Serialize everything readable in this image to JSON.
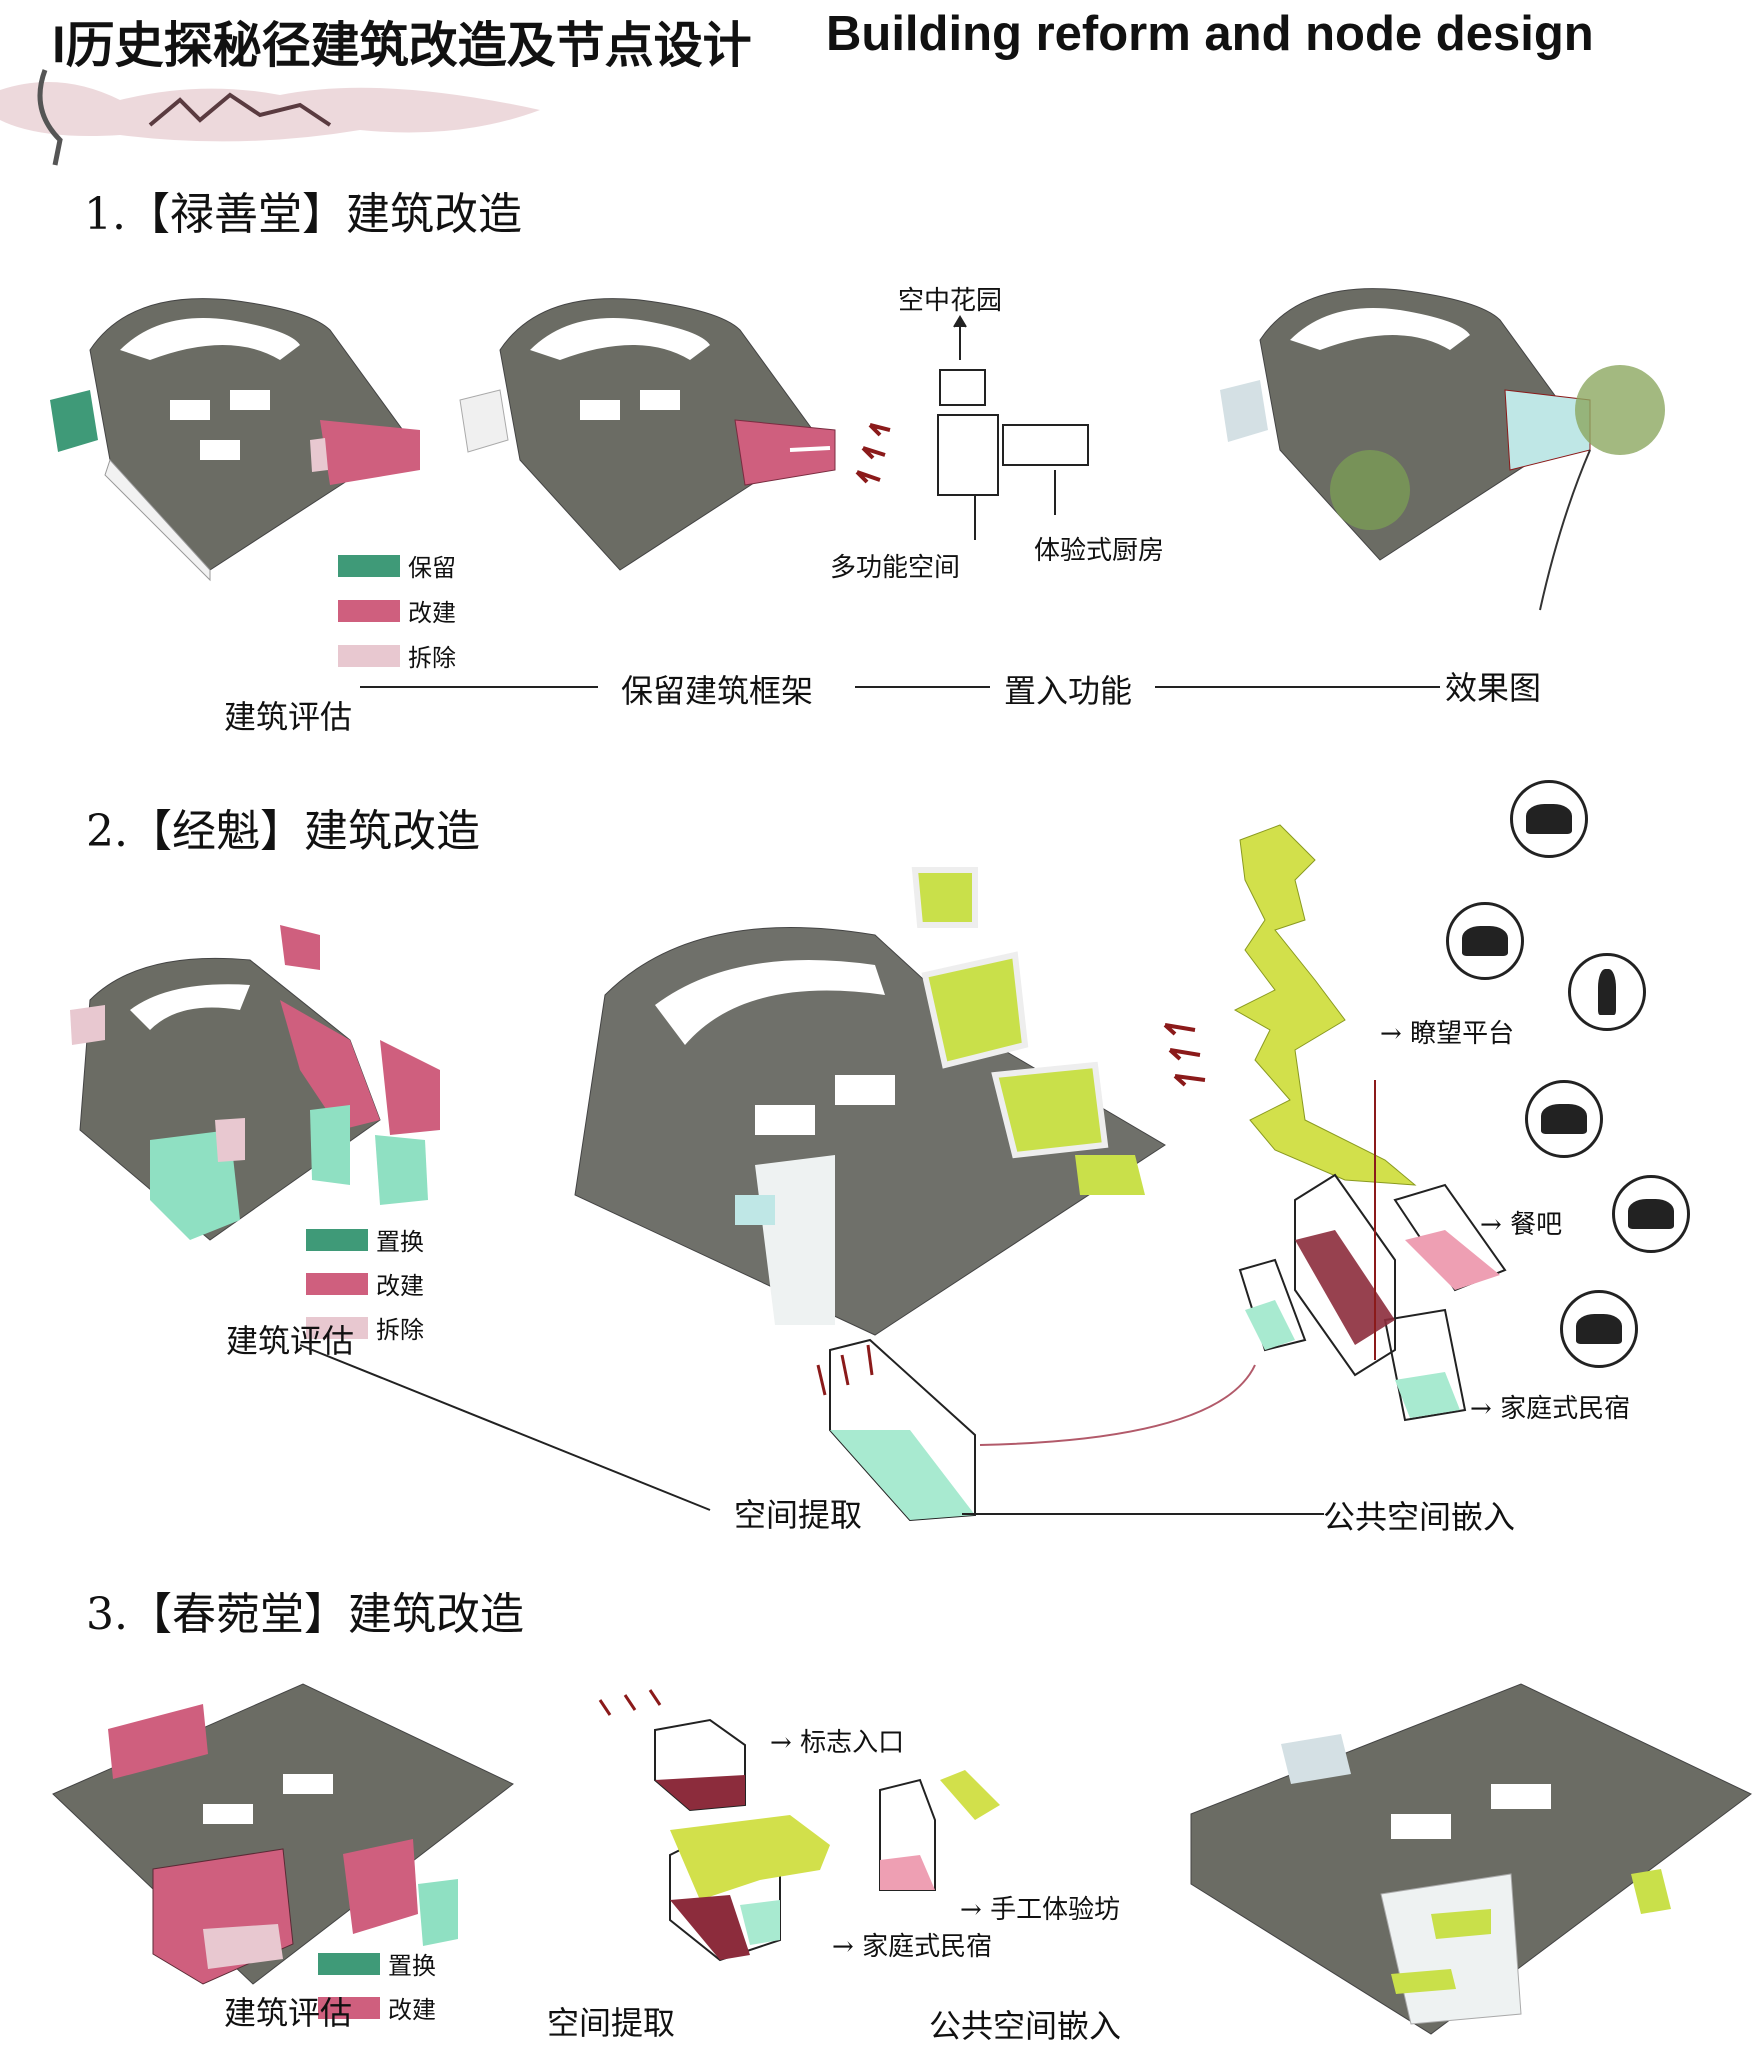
{
  "header": {
    "title_cn": "l历史探秘径建筑改造及节点设计",
    "title_en": "Building reform and node design"
  },
  "colors": {
    "keep": "#3f9a78",
    "rebuild": "#cf5f7e",
    "demolish": "#e8c8d0",
    "replace": "#8fe0c2",
    "green_roof": "#c9e04a",
    "roof": "#6b6c64",
    "arrow": "#8b1a1a"
  },
  "section1": {
    "title": "1.【禄善堂】建筑改造",
    "legend": [
      {
        "label": "保留",
        "color": "#3f9a78"
      },
      {
        "label": "改建",
        "color": "#cf5f7e"
      },
      {
        "label": "拆除",
        "color": "#e8c8d0"
      }
    ],
    "functions": {
      "top": "空中花园",
      "bottom_left": "多功能空间",
      "bottom_right": "体验式厨房"
    },
    "steps": [
      "建筑评估",
      "保留建筑框架",
      "置入功能",
      "效果图"
    ]
  },
  "section2": {
    "title": "2.【经魁】建筑改造",
    "legend": [
      {
        "label": "置换",
        "color": "#3f9a78"
      },
      {
        "label": "改建",
        "color": "#cf5f7e"
      },
      {
        "label": "拆除",
        "color": "#e8c8d0"
      }
    ],
    "evaluation": "建筑评估",
    "functions": [
      "瞭望平台",
      "餐吧",
      "家庭式民宿"
    ],
    "extract": "空间提取",
    "embed": "公共空间嵌入"
  },
  "section3": {
    "title": "3.【春菀堂】建筑改造",
    "legend": [
      {
        "label": "置换",
        "color": "#3f9a78"
      },
      {
        "label": "改建",
        "color": "#cf5f7e"
      }
    ],
    "evaluation": "建筑评估",
    "functions": [
      "标志入口",
      "手工体验坊",
      "家庭式民宿"
    ],
    "extract": "空间提取",
    "embed": "公共空间嵌入"
  }
}
